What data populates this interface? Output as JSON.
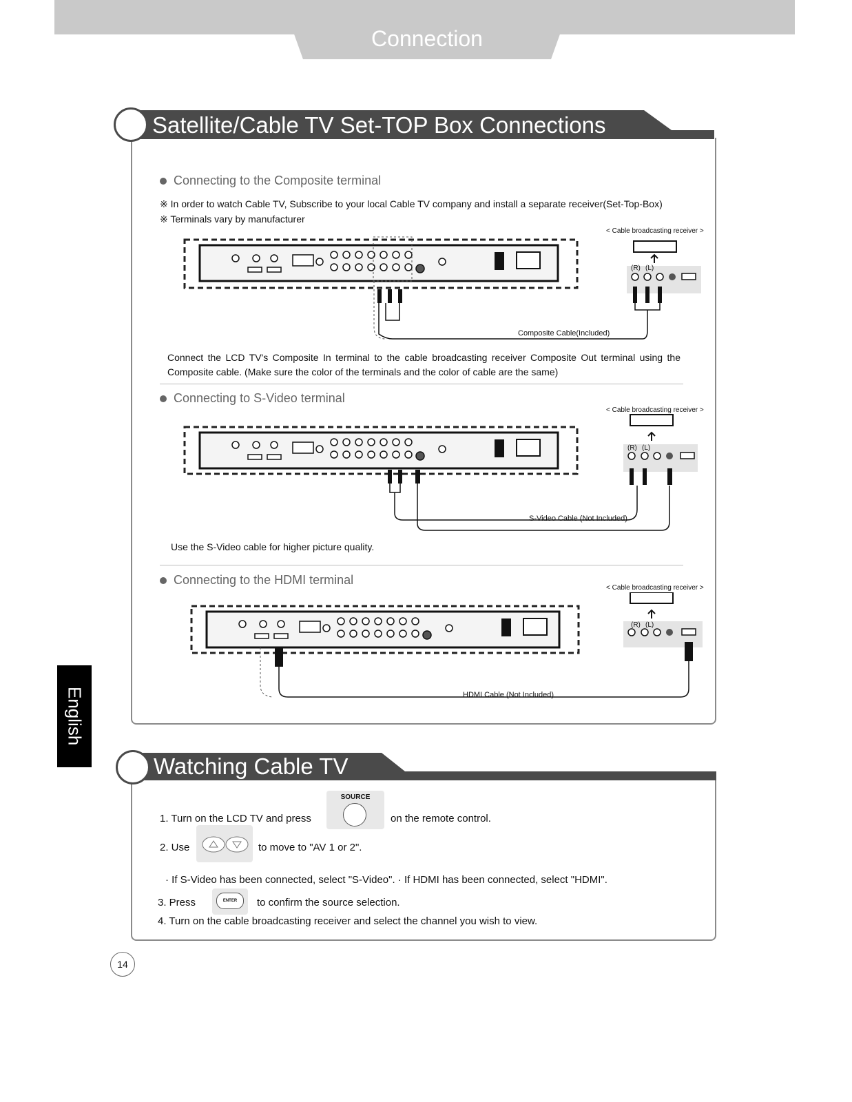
{
  "header": {
    "title": "Connection"
  },
  "side_tab": {
    "label": "English"
  },
  "page_number": "14",
  "section1": {
    "title": "Satellite/Cable TV Set-TOP Box Connections",
    "composite": {
      "heading": "Connecting to the Composite terminal",
      "note1_mark": "※",
      "note1": "In order to watch Cable TV, Subscribe to your local Cable TV company and install a separate receiver(Set-Top-Box)",
      "note2_mark": "※",
      "note2": "Terminals vary by manufacturer",
      "receiver_label": "< Cable broadcasting receiver >",
      "cable_label": "Composite Cable(Included)",
      "description": "Connect the LCD TV's Composite In terminal to the cable broadcasting receiver Composite Out terminal using the Composite cable. (Make sure the color of the terminals and the color of cable are the same)",
      "rl_labels": [
        "(R)",
        "(L)"
      ]
    },
    "svideo": {
      "heading": "Connecting to S-Video terminal",
      "receiver_label": "< Cable broadcasting receiver >",
      "cable_label": "S-Video Cable (Not Included)",
      "description": "Use the S-Video cable for higher picture quality.",
      "rl_labels": [
        "(R)",
        "(L)"
      ]
    },
    "hdmi": {
      "heading": "Connecting to the HDMI terminal",
      "receiver_label": "< Cable broadcasting receiver >",
      "cable_label": "HDMI Cable (Not Included)",
      "rl_labels": [
        "(R)",
        "(L)"
      ]
    }
  },
  "section2": {
    "title": "Watching Cable TV",
    "steps": {
      "s1_before": "1. Turn on the LCD TV and press",
      "s1_button": "SOURCE",
      "s1_after": "on the remote control.",
      "s2_before": "2. Use",
      "s2_after": "to move to \"AV 1 or 2\".",
      "s2_note": "· If S-Video has been connected, select \"S-Video\".  · If HDMI has been connected, select \"HDMI\".",
      "s3_before": "3. Press",
      "s3_button": "ENTER",
      "s3_after": "to confirm  the source selection.",
      "s4": "4. Turn on the cable broadcasting receiver and select the channel you wish to view."
    }
  }
}
